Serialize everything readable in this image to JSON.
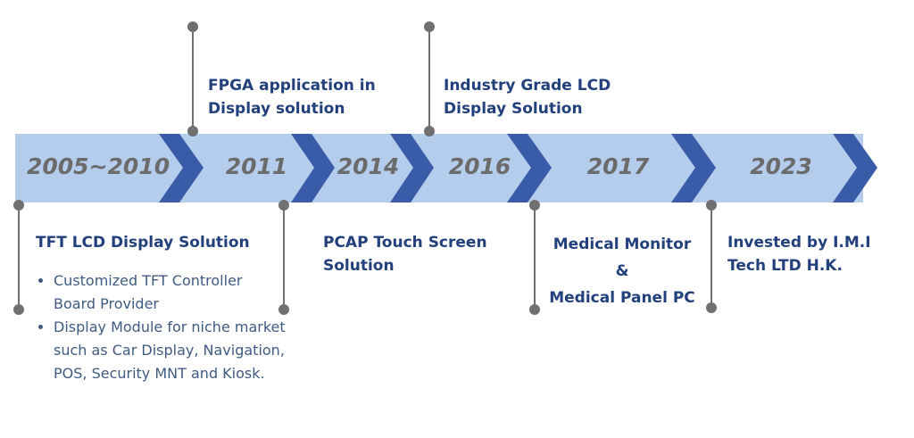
{
  "colors": {
    "band": "#b5cdec",
    "chevron": "#3a5ba8",
    "pin": "#707070",
    "heading": "#22407c",
    "year": "#6b6b6b"
  },
  "years": [
    "2005~2010",
    "2011",
    "2014",
    "2016",
    "2017",
    "2023"
  ],
  "events": {
    "tft": {
      "title": "TFT LCD Display Solution",
      "bullets": [
        "Customized TFT Controller Board Provider",
        "Display Module for niche market such as Car Display, Navigation, POS, Security MNT and Kiosk."
      ]
    },
    "fpga": {
      "line1": "FPGA application in",
      "line2": "Display solution"
    },
    "pcap": {
      "line1": "PCAP Touch Screen",
      "line2": "Solution"
    },
    "industry": {
      "line1": "Industry Grade LCD",
      "line2": "Display Solution"
    },
    "medical": {
      "line1": "Medical Monitor",
      "amp": "&",
      "line2": "Medical Panel PC"
    },
    "invested": {
      "line1": "Invested by I.M.I",
      "line2": "Tech LTD H.K."
    }
  }
}
